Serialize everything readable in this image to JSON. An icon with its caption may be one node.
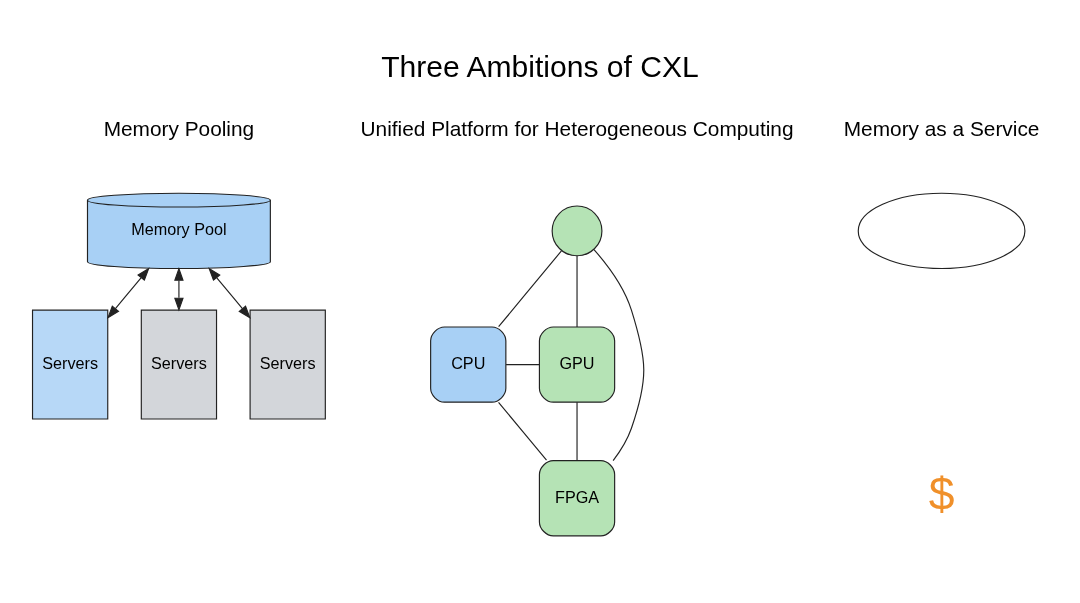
{
  "diagram": {
    "title": "Three Ambitions of CXL",
    "nodes": [
      {
        "text": [
          "Memory Pool"
        ]
      },
      {
        "text": [
          "Servers"
        ]
      },
      {
        "text": [
          "Servers"
        ]
      },
      {
        "text": [
          "Servers"
        ]
      },
      {
        "text": [],
        "shape": "circle"
      },
      {
        "text": [
          "CPU"
        ]
      },
      {
        "text": [
          "GPU"
        ]
      },
      {
        "text": [
          "FPGA"
        ]
      },
      {
        "text": [],
        "shape": "cloud"
      }
    ],
    "edges": [
      {
        "from": 0,
        "to": 1,
        "arrow": "both"
      },
      {
        "from": 0,
        "to": 2,
        "arrow": "both"
      },
      {
        "from": 0,
        "to": 3,
        "arrow": "both"
      },
      {
        "from": 4,
        "to": 5,
        "arrow": "none"
      },
      {
        "from": 4,
        "to": 6,
        "arrow": "none"
      },
      {
        "from": 4,
        "to": 7,
        "arrow": "none"
      },
      {
        "from": 5,
        "to": 6,
        "arrow": "none"
      },
      {
        "from": 5,
        "to": 7,
        "arrow": "none"
      },
      {
        "from": 6,
        "to": 7,
        "arrow": "none"
      }
    ],
    "labels": [
      "Memory Pooling",
      "Unified Platform for Heterogeneous Computing",
      "Memory as a Service",
      "$"
    ]
  }
}
